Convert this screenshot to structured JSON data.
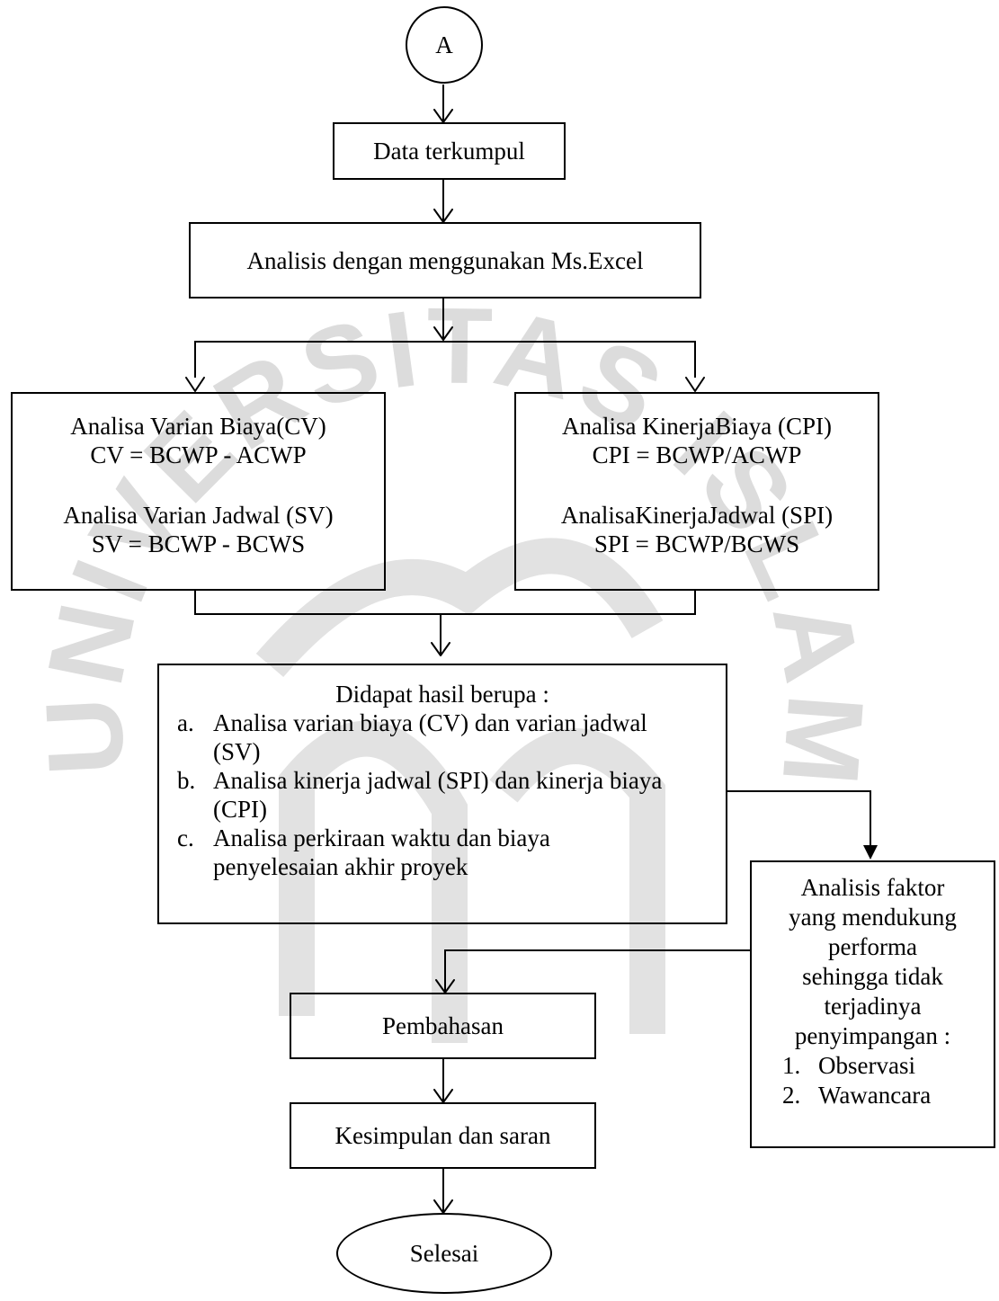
{
  "nodes": {
    "start": "A",
    "data_collected": "Data terkumpul",
    "analysis_excel": "Analisis dengan menggunakan Ms.Excel",
    "left_box": {
      "cv_title": "Analisa Varian Biaya(CV)",
      "cv_formula": "CV = BCWP - ACWP",
      "sv_title": "Analisa Varian Jadwal (SV)",
      "sv_formula": "SV = BCWP - BCWS"
    },
    "right_box": {
      "cpi_title": "Analisa KinerjaBiaya (CPI)",
      "cpi_formula": "CPI = BCWP/ACWP",
      "spi_title": "AnalisaKinerjaJadwal (SPI)",
      "spi_formula": "SPI = BCWP/BCWS"
    },
    "results": {
      "heading": "Didapat hasil berupa :",
      "items": [
        {
          "marker": "a.",
          "text": "Analisa varian biaya (CV) dan varian jadwal (SV)"
        },
        {
          "marker": "b.",
          "text": "Analisa kinerja jadwal (SPI) dan kinerja biaya (CPI)"
        },
        {
          "marker": "c.",
          "text": "Analisa perkiraan waktu dan biaya penyelesaian akhir proyek"
        }
      ]
    },
    "factor_analysis": {
      "lines": [
        "Analisis faktor",
        "yang mendukung",
        "performa",
        "sehingga tidak",
        "terjadinya",
        "penyimpangan :"
      ],
      "items": [
        {
          "marker": "1.",
          "text": "Observasi"
        },
        {
          "marker": "2.",
          "text": "Wawancara"
        }
      ]
    },
    "discussion": "Pembahasan",
    "conclusion": "Kesimpulan dan saran",
    "end": "Selesai"
  },
  "watermark": {
    "arc_text": "UNIVERSITAS ISLAM INDONESIA",
    "color": "#d6d6d6"
  }
}
